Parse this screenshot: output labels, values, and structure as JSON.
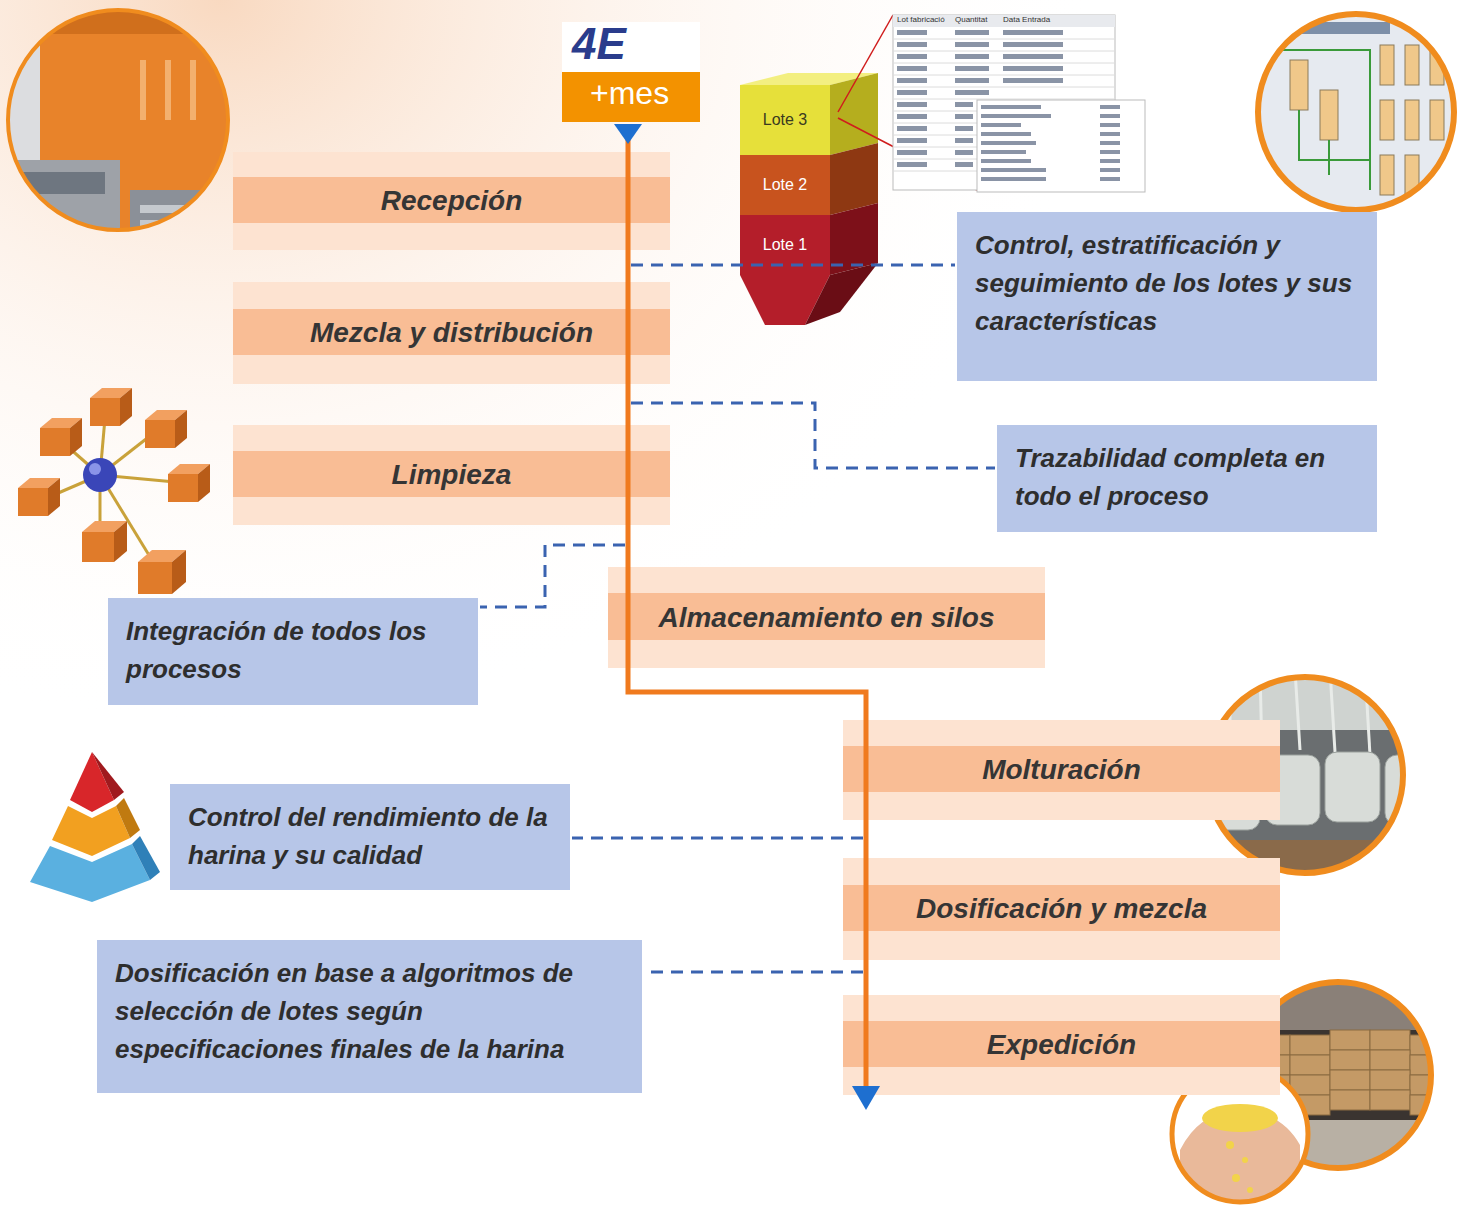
{
  "diagram": {
    "nodes": [
      {
        "text": [
          "Lote 3"
        ]
      },
      {
        "text": [
          "Lote 2"
        ]
      },
      {
        "text": [
          "Lote 1"
        ]
      },
      {
        "text": [
          "Recepción"
        ]
      },
      {
        "text": [
          "Control, estratificación y seguimiento de los lotes y sus características"
        ]
      },
      {
        "text": [
          "Mezcla y distribución"
        ]
      },
      {
        "text": [
          "Limpieza"
        ]
      },
      {
        "text": [
          "Trazabilidad completa en todo el proceso"
        ]
      },
      {
        "text": [
          "Integración de todos los procesos"
        ]
      },
      {
        "text": [
          "Almacenamiento en silos"
        ]
      },
      {
        "text": [
          "Molturación"
        ]
      },
      {
        "text": [
          "Control del rendimiento de la harina y su calidad"
        ]
      },
      {
        "text": [
          "Dosificación y mezcla"
        ]
      },
      {
        "text": [
          "Dosificación en base a algoritmos de selección de lotes según especificaciones finales de la harina"
        ]
      },
      {
        "text": [
          "Expedición"
        ]
      }
    ],
    "labels": [
      "4E",
      "+mes",
      "Lot fabricació",
      "Quantitat",
      "Data Entrada"
    ]
  }
}
